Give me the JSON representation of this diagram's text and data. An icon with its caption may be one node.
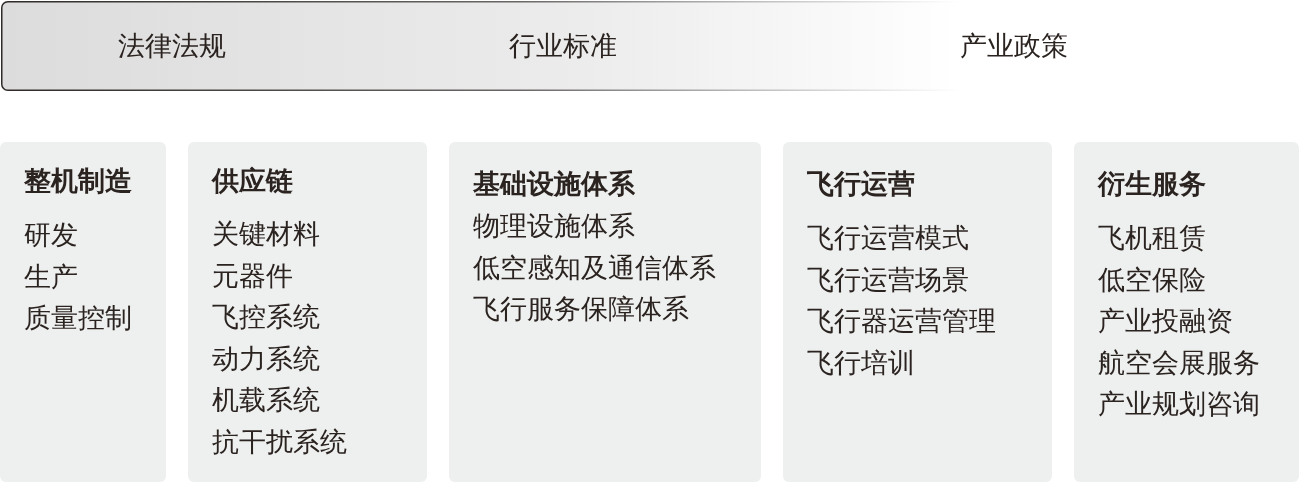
{
  "diagram": {
    "nodes": [
      {
        "text": [
          "法律法规",
          "行业标准",
          "产业政策"
        ]
      },
      {
        "text": [
          "整机制造",
          "研发",
          "生产",
          "质量控制"
        ]
      },
      {
        "text": [
          "供应链",
          "关键材料",
          "元器件",
          "飞控系统",
          "动力系统",
          "机载系统",
          "抗干扰系统"
        ]
      },
      {
        "text": [
          "基础设施体系",
          "物理设施体系",
          "低空感知及通信体系",
          "飞行服务保障体系"
        ]
      },
      {
        "text": [
          "飞行运营",
          "飞行运营模式",
          "飞行运营场景",
          "飞行器运营管理",
          "飞行培训"
        ]
      },
      {
        "text": [
          "衍生服务",
          "飞机租赁",
          "低空保险",
          "产业投融资",
          "航空会展服务",
          "产业规划咨询"
        ]
      }
    ]
  }
}
